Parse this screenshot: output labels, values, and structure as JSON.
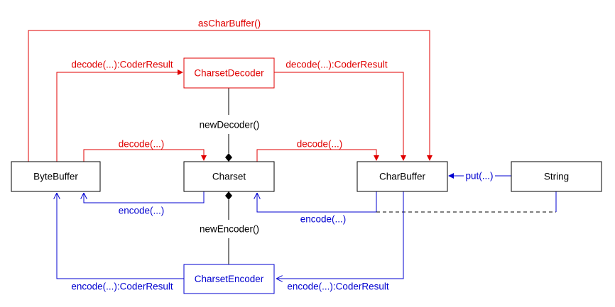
{
  "colors": {
    "decode": "#e00000",
    "encode": "#0000d0",
    "structure": "#000000",
    "background": "#ffffff"
  },
  "nodes": {
    "bytebuffer": "ByteBuffer",
    "charset": "Charset",
    "charbuffer": "CharBuffer",
    "string": "String",
    "charsetdecoder": "CharsetDecoder",
    "charsetencoder": "CharsetEncoder"
  },
  "edges": {
    "as_char_buffer": "asCharBuffer()",
    "decode_bytebuffer_to_decoder": "decode(...):CoderResult",
    "decode_decoder_to_charbuffer": "decode(...):CoderResult",
    "new_decoder": "newDecoder()",
    "decode_bytebuffer_to_charset": "decode(...)",
    "decode_charset_to_charbuffer": "decode(...)",
    "put": "put(...)",
    "encode_charset_to_bytebuffer": "encode(...)",
    "encode_string_charbuffer_to_charset": "encode(...)",
    "new_encoder": "newEncoder()",
    "encode_encoder_to_bytebuffer": "encode(...):CoderResult",
    "encode_charbuffer_to_encoder": "encode(...):CoderResult"
  }
}
